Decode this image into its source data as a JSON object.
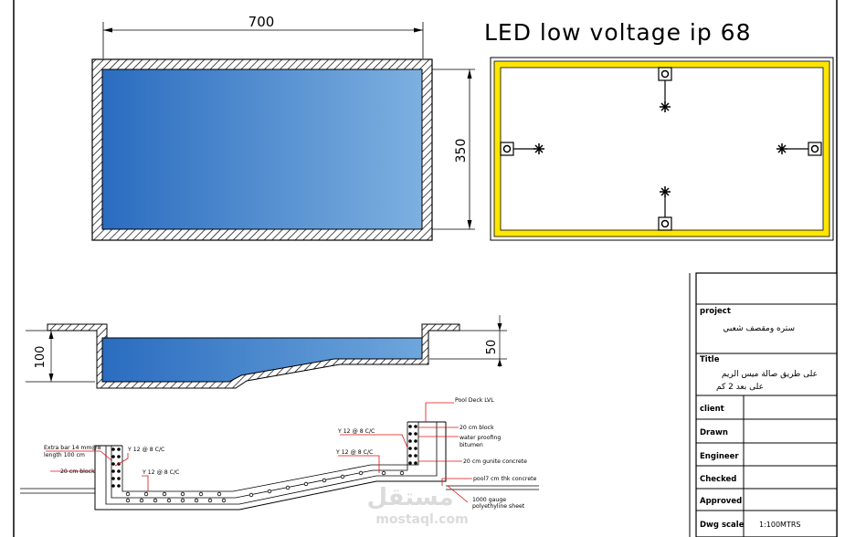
{
  "title": "LED low voltage ip 68",
  "plan": {
    "length_label": "700",
    "width_label": "350"
  },
  "section": {
    "deep_label": "100",
    "shallow_label": "50"
  },
  "detail_labels": {
    "pool_deck": "Pool Deck LVL",
    "block_right": "20 cm block",
    "waterproofing_1": "water proofing",
    "waterproofing_2": "bitumen",
    "gunite": "20 cm gunite concrete",
    "thk_concrete": "pool7 cm thk concrete",
    "gauge_1": "1000 gauge",
    "gauge_2": "polyethyline sheet",
    "y12_top_right": "Y 12 @ 8 C/C",
    "y12_mid_right": "Y 12 @ 8 C/C",
    "y12_left_top": "Y 12 @ 8 C/C",
    "y12_left_bottom": "Y 12 @ 8 C/C",
    "extra_bar_1": "Extra bar 14 mm@8",
    "extra_bar_2": "length 100 cm",
    "block_left": "20 cm block"
  },
  "title_block": {
    "project_label": "project",
    "project_value": "ستره ومقصف شعبي",
    "title_label": "Title",
    "title_value_1": "على طريق صالة ميس الريم",
    "title_value_2": "على بعد 2 كم",
    "client_label": "client",
    "drawn_label": "Drawn",
    "engineer_label": "Engineer",
    "checked_label": "Checked",
    "approved_label": "Approved",
    "dwg_scale_label": "Dwg scale",
    "dwg_scale_value": "1:100MTRS"
  },
  "watermark": {
    "arabic": "مستقل",
    "latin": "mostaql.com"
  },
  "colors": {
    "water_dark": "#2a6fc0",
    "water_light": "#7aaedf",
    "led_yellow": "#ffe600",
    "annotation_red": "#e01010"
  }
}
